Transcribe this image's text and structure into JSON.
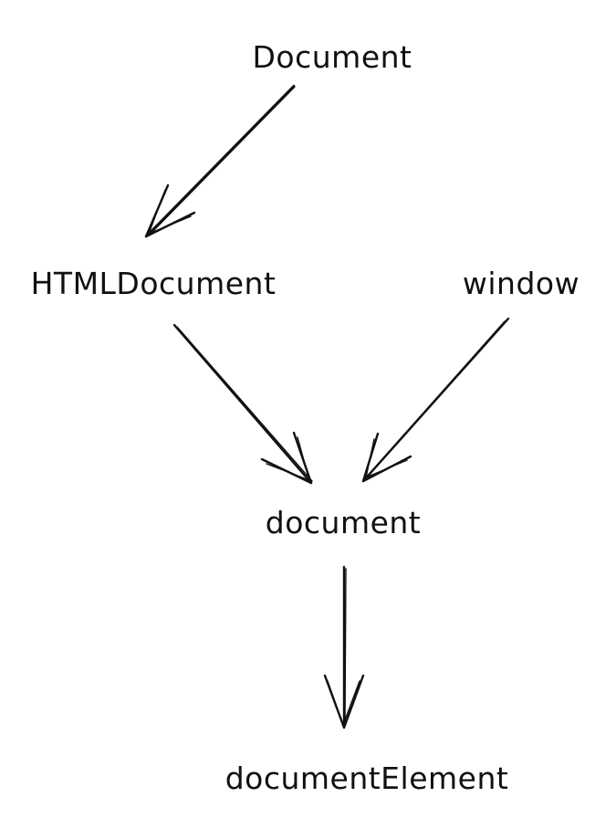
{
  "nodes": {
    "document_class": "Document",
    "html_document": "HTMLDocument",
    "window": "window",
    "document": "document",
    "document_element": "documentElement"
  },
  "edges": [
    {
      "from": "Document",
      "to": "HTMLDocument"
    },
    {
      "from": "HTMLDocument",
      "to": "document"
    },
    {
      "from": "window",
      "to": "document"
    },
    {
      "from": "document",
      "to": "documentElement"
    }
  ]
}
